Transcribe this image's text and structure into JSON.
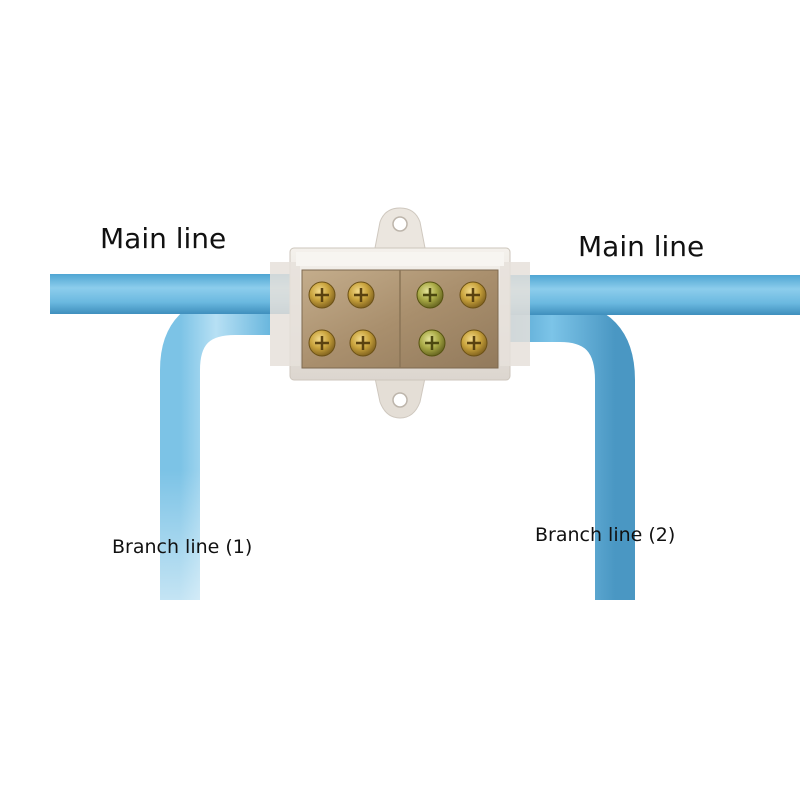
{
  "labels": {
    "main_left": "Main line",
    "main_right": "Main line",
    "branch_1": "Branch line (1)",
    "branch_2": "Branch line (2)"
  },
  "colors": {
    "cable": "#6bb9e0",
    "cable_light": "#a7d8f0",
    "cable_dark": "#4b9cc6",
    "housing": "#ece8e2",
    "brass_block": "#b39a78",
    "screw": "#c9a33c"
  },
  "screw_count": 8
}
